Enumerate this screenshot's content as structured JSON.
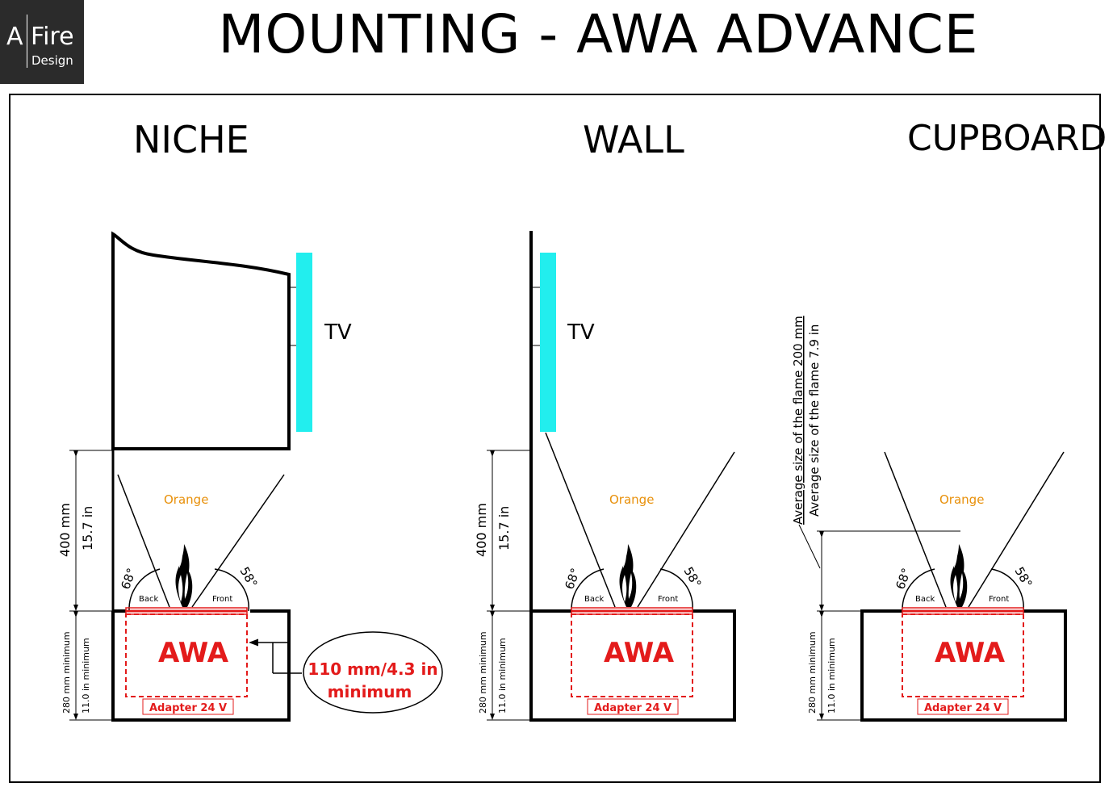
{
  "logo": {
    "a": "A",
    "fire": "Fire",
    "design": "Design"
  },
  "title": "MOUNTING - AWA ADVANCE",
  "sections": {
    "niche": "NICHE",
    "wall": "WALL",
    "cupboard": "CUPBOARD"
  },
  "labels": {
    "tv": "TV",
    "orange": "Orange",
    "back": "Back",
    "front": "Front",
    "angle_back": "68°",
    "angle_front": "58°",
    "awa": "AWA",
    "adapter": "Adapter 24 V",
    "height_mm": "400 mm",
    "height_in": "15.7 in",
    "min_mm": "280 mm minimum",
    "min_in": "11.0 in minimum",
    "clearance_line1": "110 mm/4.3 in",
    "clearance_line2": "minimum",
    "flame_mm": "Average size of the flame 200 mm",
    "flame_in": "Average size of the flame 7.9 in"
  },
  "colors": {
    "tv": "#22eeee",
    "orange_text": "#e8900a",
    "red": "#e31b1b",
    "line": "#000000"
  }
}
